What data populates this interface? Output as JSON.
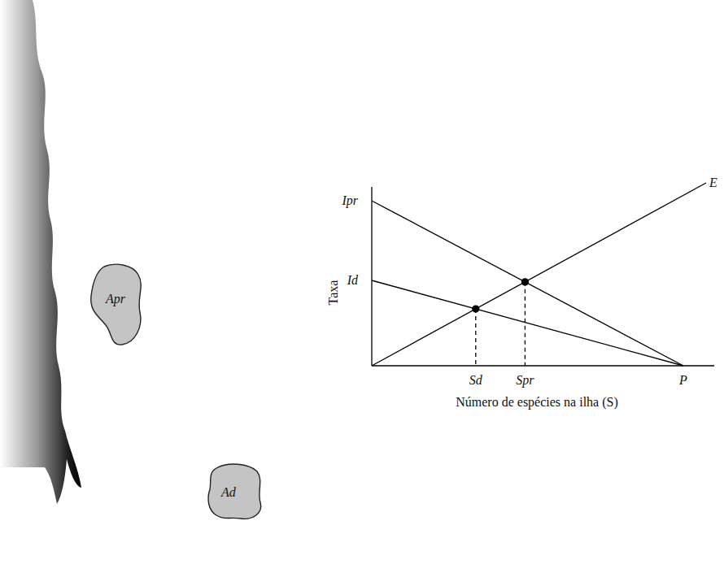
{
  "diagram": {
    "nodes": [
      {
        "text": [
          "Apr"
        ]
      },
      {
        "text": [
          "Ad"
        ]
      }
    ],
    "labels": [
      "Ipr",
      "Id",
      "E",
      "Taxa",
      "Sd",
      "Spr",
      "P",
      "Número de espécies na ilha (S)"
    ]
  }
}
